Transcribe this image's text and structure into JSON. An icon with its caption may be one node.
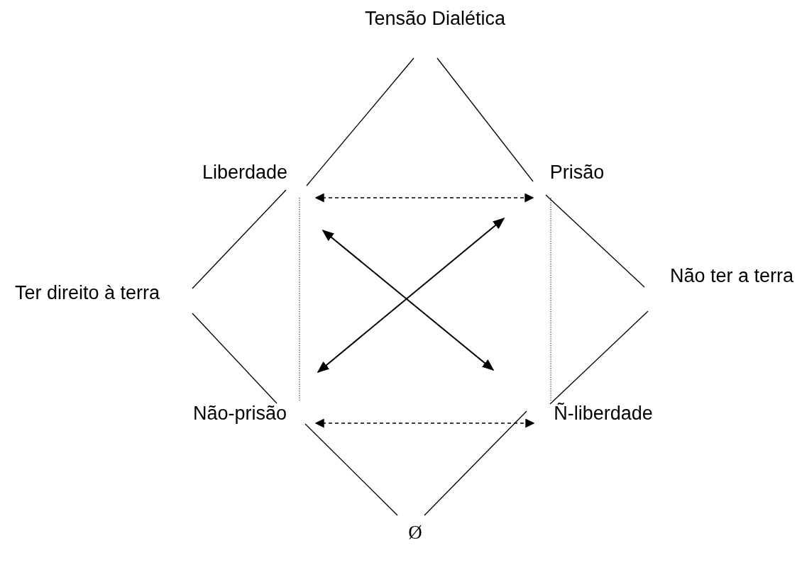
{
  "diagram": {
    "nodes": [
      {
        "text": [
          "Tensão Dialética"
        ]
      },
      {
        "text": [
          "Liberdade"
        ]
      },
      {
        "text": [
          "Prisão"
        ]
      },
      {
        "text": [
          "Ter direito à terra"
        ]
      },
      {
        "text": [
          "Não ter a terra"
        ]
      },
      {
        "text": [
          "Não-prisão"
        ]
      },
      {
        "text": [
          "Ñ-liberdade"
        ]
      },
      {
        "text": [
          "Ø"
        ]
      }
    ],
    "edges": [
      {
        "from": 0,
        "to": 1,
        "arrow": "none"
      },
      {
        "from": 0,
        "to": 2,
        "arrow": "none"
      },
      {
        "from": 1,
        "to": 3,
        "arrow": "none"
      },
      {
        "from": 3,
        "to": 5,
        "arrow": "none"
      },
      {
        "from": 2,
        "to": 4,
        "arrow": "none"
      },
      {
        "from": 4,
        "to": 6,
        "arrow": "none"
      },
      {
        "from": 5,
        "to": 7,
        "arrow": "none"
      },
      {
        "from": 6,
        "to": 7,
        "arrow": "none"
      },
      {
        "from": 1,
        "to": 2,
        "arrow": "both",
        "style": "dashed"
      },
      {
        "from": 5,
        "to": 6,
        "arrow": "both",
        "style": "dashed"
      },
      {
        "from": 1,
        "to": 5,
        "arrow": "none",
        "style": "dashed"
      },
      {
        "from": 2,
        "to": 6,
        "arrow": "none",
        "style": "dashed"
      },
      {
        "from": 1,
        "to": 6,
        "arrow": "both"
      },
      {
        "from": 2,
        "to": 5,
        "arrow": "both"
      }
    ]
  }
}
